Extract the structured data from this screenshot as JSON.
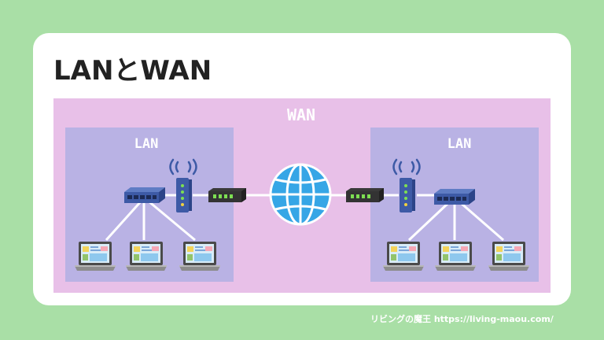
{
  "title": "LANとWAN",
  "wan_label": "WAN",
  "lan_left_label": "LAN",
  "lan_right_label": "LAN",
  "footer_text": "リビングの魔王 https://living-maou.com/",
  "colors": {
    "background": "#a9dfa6",
    "card": "#ffffff",
    "wan_area": "#e8c0e8",
    "lan_area": "#b9b2e4",
    "globe": "#36a6e6",
    "device_blue": "#3d5aa6",
    "modem": "#3a3a3a",
    "led_green": "#7ddf52",
    "link": "#ffffff"
  },
  "icons": [
    "globe-icon",
    "router-icon",
    "switch-hub-icon",
    "modem-icon",
    "laptop-icon",
    "wifi-signal-icon"
  ]
}
